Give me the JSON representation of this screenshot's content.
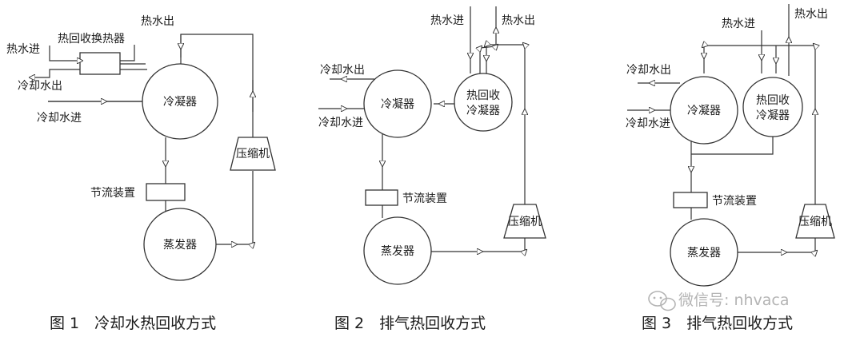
{
  "figures": [
    {
      "caption": "图 1　冷却水热回收方式",
      "labels": {
        "hot_in": "热水进",
        "heat_exchanger": "热回收换热器",
        "hot_out": "热水出",
        "cool_out": "冷却水出",
        "cool_in": "冷却水进",
        "condenser": "冷凝器",
        "compressor": "压缩机",
        "throttle": "节流装置",
        "evaporator": "蒸发器"
      }
    },
    {
      "caption": "图 2　排气热回收方式",
      "labels": {
        "hot_in": "热水进",
        "hot_out": "热水出",
        "cool_out": "冷却水出",
        "cool_in": "冷却水进",
        "condenser": "冷凝器",
        "hr_condenser_1": "热回收",
        "hr_condenser_2": "冷凝器",
        "throttle": "节流装置",
        "compressor": "压缩机",
        "evaporator": "蒸发器"
      }
    },
    {
      "caption": "图 3　排气热回收方式",
      "labels": {
        "hot_in": "热水进",
        "hot_out": "热水出",
        "cool_out": "冷却水出",
        "cool_in": "冷却水进",
        "condenser": "冷凝器",
        "hr_condenser_1": "热回收",
        "hr_condenser_2": "冷凝器",
        "throttle": "节流装置",
        "compressor": "压缩机",
        "evaporator": "蒸发器"
      }
    }
  ],
  "watermark": "微信号: nhvaca",
  "colors": {
    "line": "#333333",
    "text": "#1a1a1a",
    "watermark": "#b4b4b4"
  }
}
